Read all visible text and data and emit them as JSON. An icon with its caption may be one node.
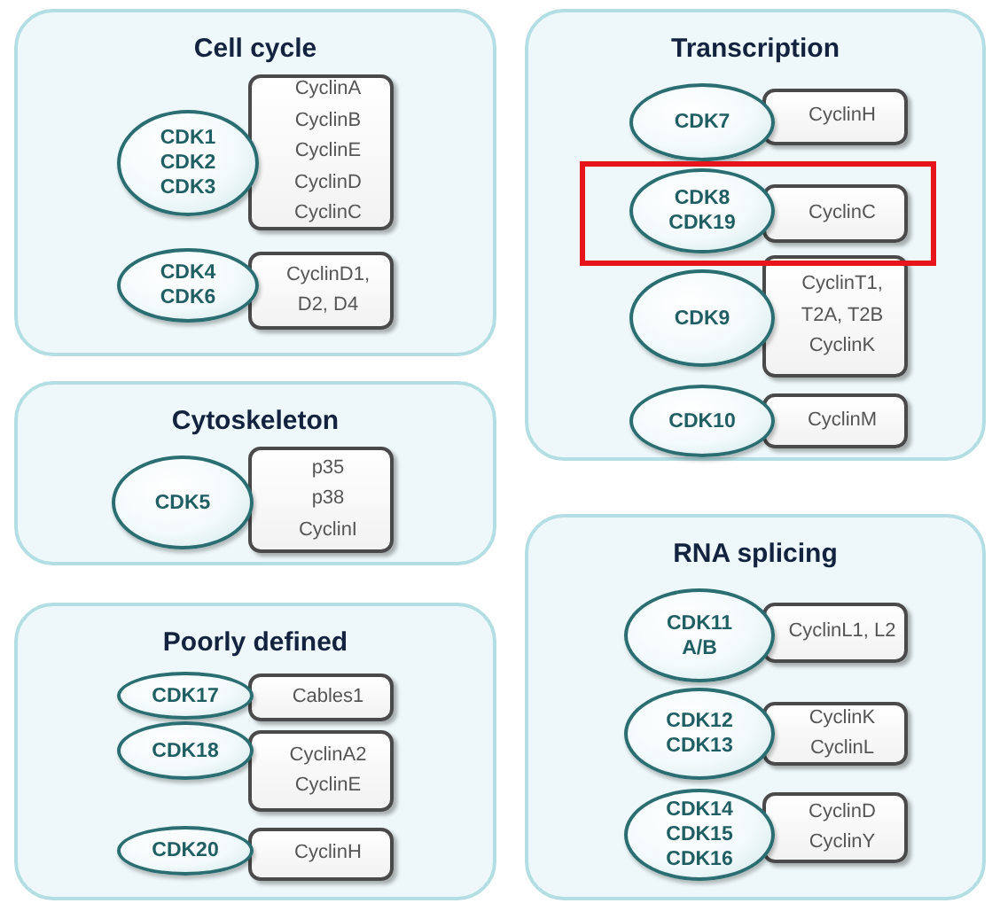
{
  "diagram": {
    "nodes": [
      {
        "text": [
          "Cell cycle"
        ]
      },
      {
        "text": [
          "CDK1",
          "CDK2",
          "CDK3"
        ],
        "in": 0
      },
      {
        "text": [
          "CyclinA",
          "CyclinB",
          "CyclinE",
          "CyclinD",
          "CyclinC"
        ],
        "in": 0
      },
      {
        "text": [
          "CDK4",
          "CDK6"
        ],
        "in": 0
      },
      {
        "text": [
          "CyclinD1, D2, D4"
        ],
        "in": 0
      },
      {
        "text": [
          "Transcription"
        ]
      },
      {
        "text": [
          "CDK7"
        ],
        "in": 5
      },
      {
        "text": [
          "CyclinH"
        ],
        "in": 5
      },
      {
        "text": [],
        "shape": "box",
        "in": 5
      },
      {
        "text": [
          "CDK8",
          "CDK19"
        ],
        "in": 8
      },
      {
        "text": [
          "CyclinC"
        ],
        "in": 8
      },
      {
        "text": [
          "CDK9"
        ],
        "in": 5
      },
      {
        "text": [
          "CyclinT1, T2A, T2B",
          "CyclinK"
        ],
        "in": 5
      },
      {
        "text": [
          "CDK10"
        ],
        "in": 5
      },
      {
        "text": [
          "CyclinM"
        ],
        "in": 5
      },
      {
        "text": [
          "Cytoskeleton"
        ]
      },
      {
        "text": [
          "CDK5"
        ],
        "in": 15
      },
      {
        "text": [
          "p35",
          "p38",
          "CyclinI"
        ],
        "in": 15
      },
      {
        "text": [
          "Poorly defined"
        ]
      },
      {
        "text": [
          "CDK17"
        ],
        "in": 18
      },
      {
        "text": [
          "Cables1"
        ],
        "in": 18
      },
      {
        "text": [
          "CDK18"
        ],
        "in": 18
      },
      {
        "text": [
          "CyclinA2",
          "CyclinE"
        ],
        "in": 18
      },
      {
        "text": [
          "CDK20"
        ],
        "in": 18
      },
      {
        "text": [
          "CyclinH"
        ],
        "in": 18
      },
      {
        "text": [
          "RNA splicing"
        ]
      },
      {
        "text": [
          "CDK11 A/B"
        ],
        "in": 25
      },
      {
        "text": [
          "CyclinL1, L2"
        ],
        "in": 25
      },
      {
        "text": [
          "CDK12",
          "CDK13"
        ],
        "in": 25
      },
      {
        "text": [
          "CyclinK",
          "CyclinL"
        ],
        "in": 25
      },
      {
        "text": [
          "CDK14",
          "CDK15",
          "CDK16"
        ],
        "in": 25
      },
      {
        "text": [
          "CyclinD",
          "CyclinY"
        ],
        "in": 25
      }
    ]
  }
}
